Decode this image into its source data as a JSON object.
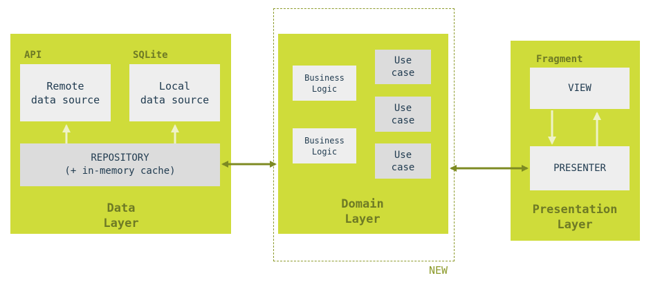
{
  "data_layer": {
    "title": "Data\nLayer",
    "api_tag": "API",
    "sqlite_tag": "SQLite",
    "remote_box": "Remote\ndata source",
    "local_box": "Local\ndata source",
    "repository_box": "REPOSITORY\n(+ in-memory cache)"
  },
  "domain_layer": {
    "title": "Domain\nLayer",
    "business_logic_1": "Business\nLogic",
    "business_logic_2": "Business\nLogic",
    "use_case_1": "Use\ncase",
    "use_case_2": "Use\ncase",
    "use_case_3": "Use\ncase",
    "new_label": "NEW"
  },
  "presentation_layer": {
    "title": "Presentation\nLayer",
    "fragment_tag": "Fragment",
    "view_box": "VIEW",
    "presenter_box": "PRESENTER"
  },
  "colors": {
    "layer_green": "#cfdc3a",
    "box_gray": "#e6e6e6",
    "arrow_olive": "#7d8a22",
    "light_arrow": "#eef2c8"
  }
}
